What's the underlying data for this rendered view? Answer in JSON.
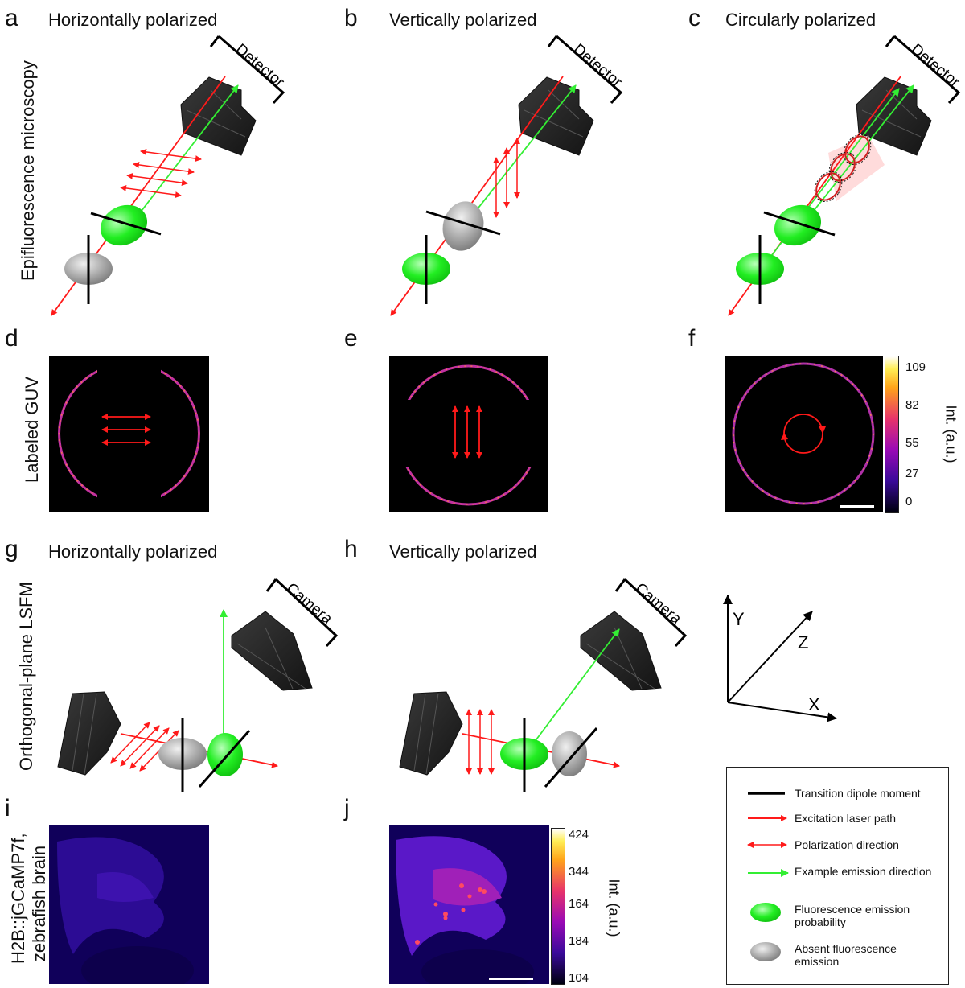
{
  "panels": {
    "a": {
      "letter": "a",
      "title": "Horizontally polarized"
    },
    "b": {
      "letter": "b",
      "title": "Vertically polarized"
    },
    "c": {
      "letter": "c",
      "title": "Circularly polarized"
    },
    "d": {
      "letter": "d"
    },
    "e": {
      "letter": "e"
    },
    "f": {
      "letter": "f"
    },
    "g": {
      "letter": "g",
      "title": "Horizontally polarized"
    },
    "h": {
      "letter": "h",
      "title": "Vertically polarized"
    },
    "i": {
      "letter": "i"
    },
    "j": {
      "letter": "j"
    }
  },
  "row_labels": {
    "row1": "Epifluorescence microscopy",
    "row2": "Labeled GUV",
    "row3": "Orthogonal-plane LSFM",
    "row4_line1": "H2B::jGCaMP7f,",
    "row4_line2": "zebrafish brain"
  },
  "detector_label": "Detector",
  "camera_label": "Camera",
  "colorbar_guv": {
    "ticks": [
      "109",
      "82",
      "55",
      "27",
      "0"
    ],
    "unit": "Int. (a.u.)"
  },
  "colorbar_brain": {
    "ticks": [
      "424",
      "344",
      "164",
      "184",
      "104"
    ],
    "unit": "Int. (a.u.)"
  },
  "axes": {
    "x": "X",
    "y": "Y",
    "z": "Z"
  },
  "legend": [
    {
      "symbol": "black-line",
      "text": "Transition dipole moment"
    },
    {
      "symbol": "red-arrow",
      "text": "Excitation laser path"
    },
    {
      "symbol": "red-double-arrow",
      "text": "Polarization direction"
    },
    {
      "symbol": "green-arrow",
      "text": "Example emission direction"
    },
    {
      "symbol": "green-ellipse",
      "text": "Fluorescence emission probability"
    },
    {
      "symbol": "gray-ellipse",
      "text": "Absent fluorescence emission"
    }
  ],
  "colors": {
    "excitation": "#ff1a1a",
    "emission": "#33ff33",
    "dipole": "#000000",
    "absent": "#9a9a9a"
  }
}
